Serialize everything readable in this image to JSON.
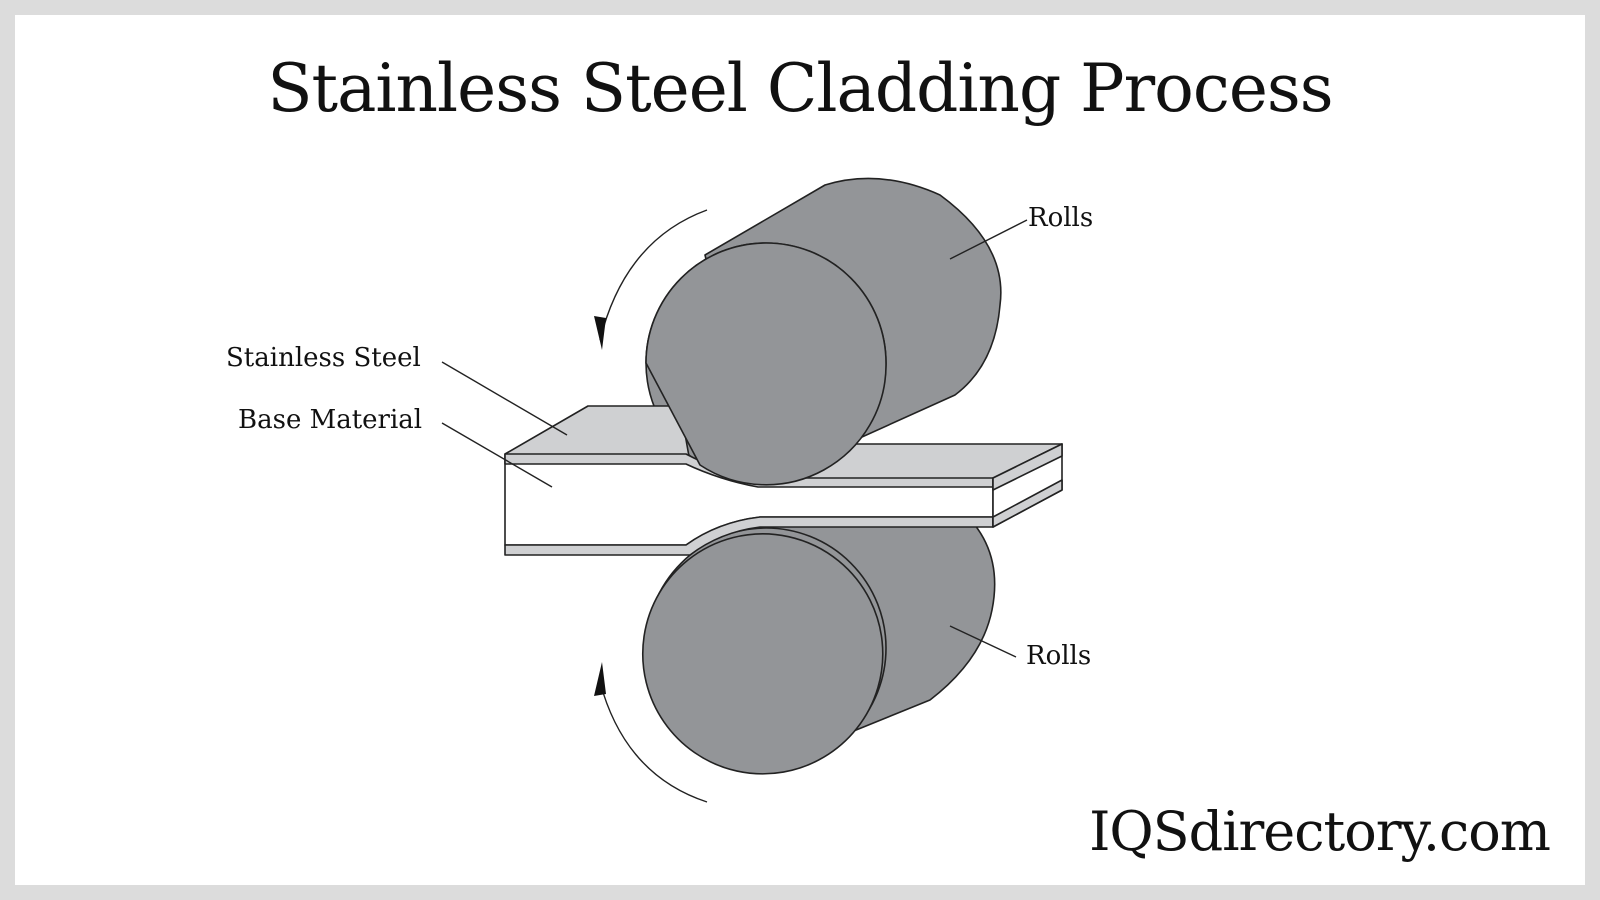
{
  "title": "Stainless Steel Cladding Process",
  "labels": {
    "rolls_top": "Rolls",
    "rolls_bottom": "Rolls",
    "stainless_steel": "Stainless Steel",
    "base_material": "Base Material"
  },
  "brand": "IQSdirectory.com",
  "colors": {
    "background": "#dcdcdc",
    "panel": "#ffffff",
    "roll": "#939598",
    "plate_top": "#cfd0d2",
    "outline": "#222222"
  }
}
